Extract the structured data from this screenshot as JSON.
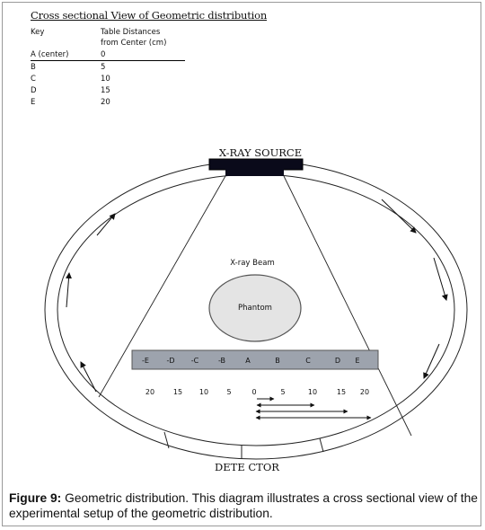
{
  "title": "Cross sectional View of Geometric distribution",
  "key_table": {
    "col1_header": "Key",
    "col2_header_line1": "Table Distances",
    "col2_header_line2": "from Center (cm)",
    "rows": [
      {
        "key": "A (center)",
        "distance": "0"
      },
      {
        "key": "B",
        "distance": "5"
      },
      {
        "key": "C",
        "distance": "10"
      },
      {
        "key": "D",
        "distance": "15"
      },
      {
        "key": "E",
        "distance": "20"
      }
    ]
  },
  "diagram": {
    "source_label": "X-RAY SOURCE",
    "beam_label": "X-ray Beam",
    "phantom_label": "Phantom",
    "detector_label": "DETE CTOR",
    "bar_labels": [
      "-E",
      "-D",
      "-C",
      "-B",
      "A",
      "B",
      "C",
      "D",
      "E"
    ],
    "distance_labels": [
      "20",
      "15",
      "10",
      "5",
      "0",
      "5",
      "10",
      "15",
      "20"
    ]
  },
  "caption": {
    "label": "Figure 9:",
    "text": " Geometric distribution. This diagram illustrates a cross sectional view of the experimental setup of the geometric distribution."
  },
  "colors": {
    "bar_fill": "#9da3ad",
    "phantom_fill": "#e4e4e4",
    "source_fill": "#0a0a1a"
  }
}
